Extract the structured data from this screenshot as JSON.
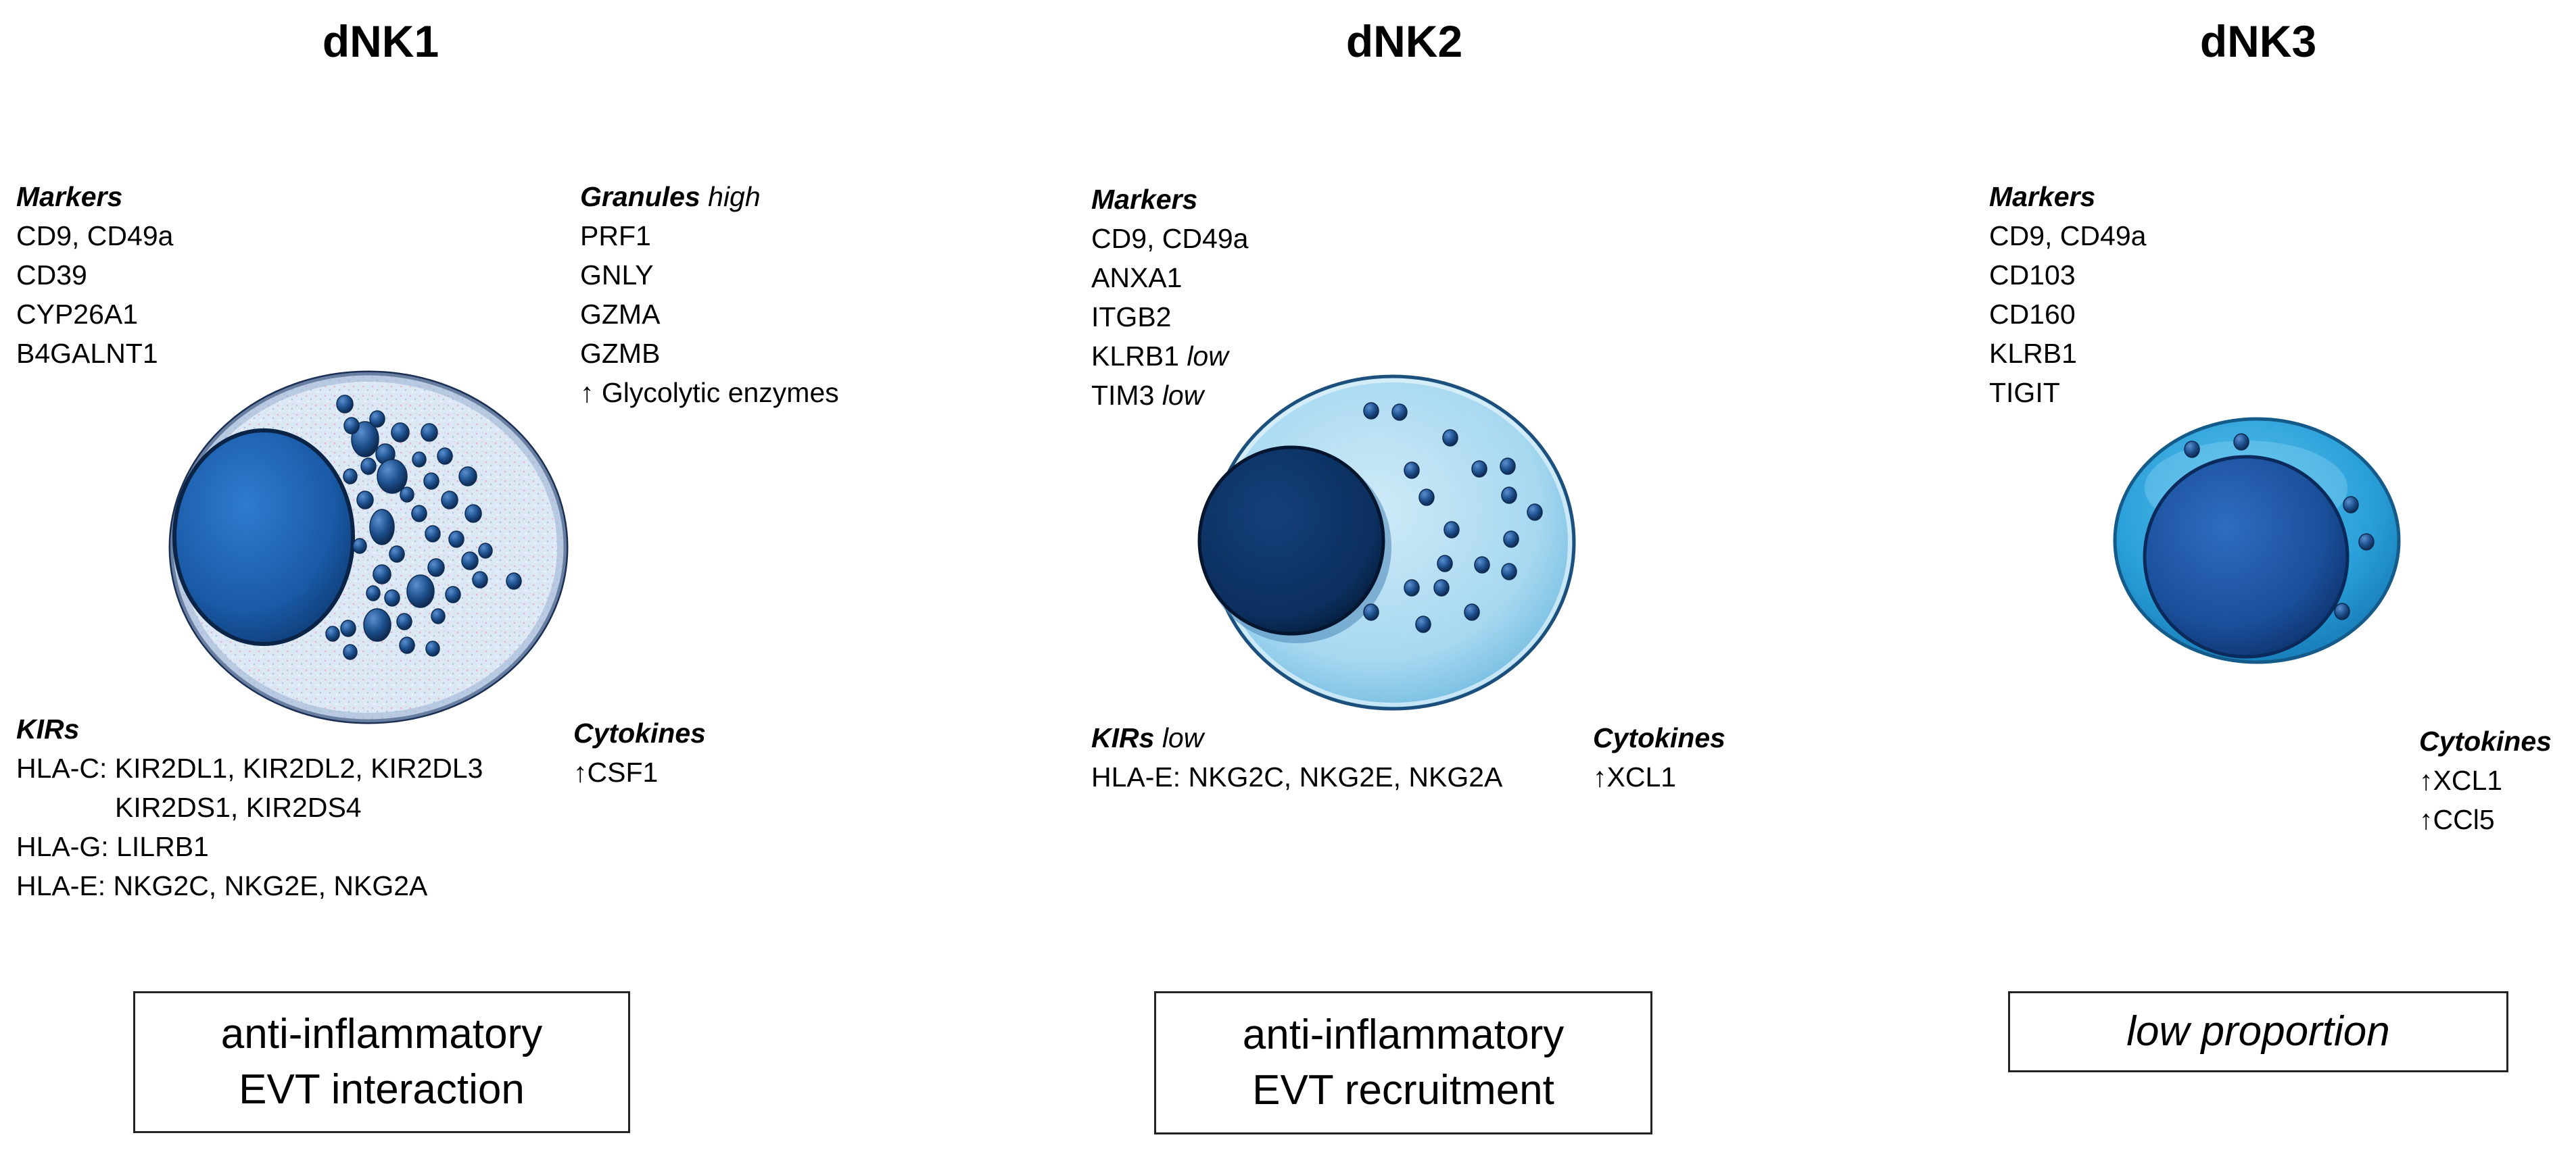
{
  "colors": {
    "dnk1_cytoplasm": "#d9e6f2",
    "dnk1_border": "#1b2f55",
    "dnk2_cytoplasm": "#a6d8f0",
    "dnk2_border": "#1d4f7c",
    "dnk3_cytoplasm": "#2a9fd8",
    "dnk3_border": "#155b8a",
    "nucleus_blue": "#1a5da8",
    "nucleus_dark": "#0b2f5e",
    "granule": "#1d4f8c"
  },
  "panels": [
    {
      "title": "dNK1",
      "markers": {
        "heading": "Markers",
        "items": [
          "CD9, CD49a",
          "CD39",
          "CYP26A1",
          "B4GALNT1"
        ]
      },
      "granules": {
        "heading": "Granules",
        "qualifier": "high",
        "items": [
          "PRF1",
          "GNLY",
          "GZMA",
          "GZMB",
          "↑ Glycolytic enzymes"
        ]
      },
      "kirs": {
        "heading": "KIRs",
        "qualifier": "",
        "items": [
          "HLA-C: KIR2DL1, KIR2DL2, KIR2DL3",
          "KIR2DS1, KIR2DS4",
          "HLA-G: LILRB1",
          "HLA-E: NKG2C, NKG2E, NKG2A"
        ]
      },
      "cytokines": {
        "heading": "Cytokines",
        "items": [
          "↑CSF1"
        ]
      },
      "summary": [
        "anti-inflammatory",
        "EVT interaction"
      ]
    },
    {
      "title": "dNK2",
      "markers": {
        "heading": "Markers",
        "items": [
          "CD9, CD49a",
          "ANXA1",
          "ITGB2",
          "KLRB1",
          "TIM3"
        ],
        "qualifiers": [
          "",
          "",
          "",
          "low",
          "low"
        ]
      },
      "kirs": {
        "heading": "KIRs",
        "qualifier": "low",
        "items": [
          "HLA-E: NKG2C, NKG2E, NKG2A"
        ]
      },
      "cytokines": {
        "heading": "Cytokines",
        "items": [
          "↑XCL1"
        ]
      },
      "summary": [
        "anti-inflammatory",
        "EVT recruitment"
      ]
    },
    {
      "title": "dNK3",
      "markers": {
        "heading": "Markers",
        "items": [
          "CD9, CD49a",
          "CD103",
          "CD160",
          "KLRB1",
          "TIGIT"
        ]
      },
      "cytokines": {
        "heading": "Cytokines",
        "items": [
          "↑XCL1",
          "↑CCl5"
        ]
      },
      "summary": [
        "low proportion"
      ]
    }
  ]
}
